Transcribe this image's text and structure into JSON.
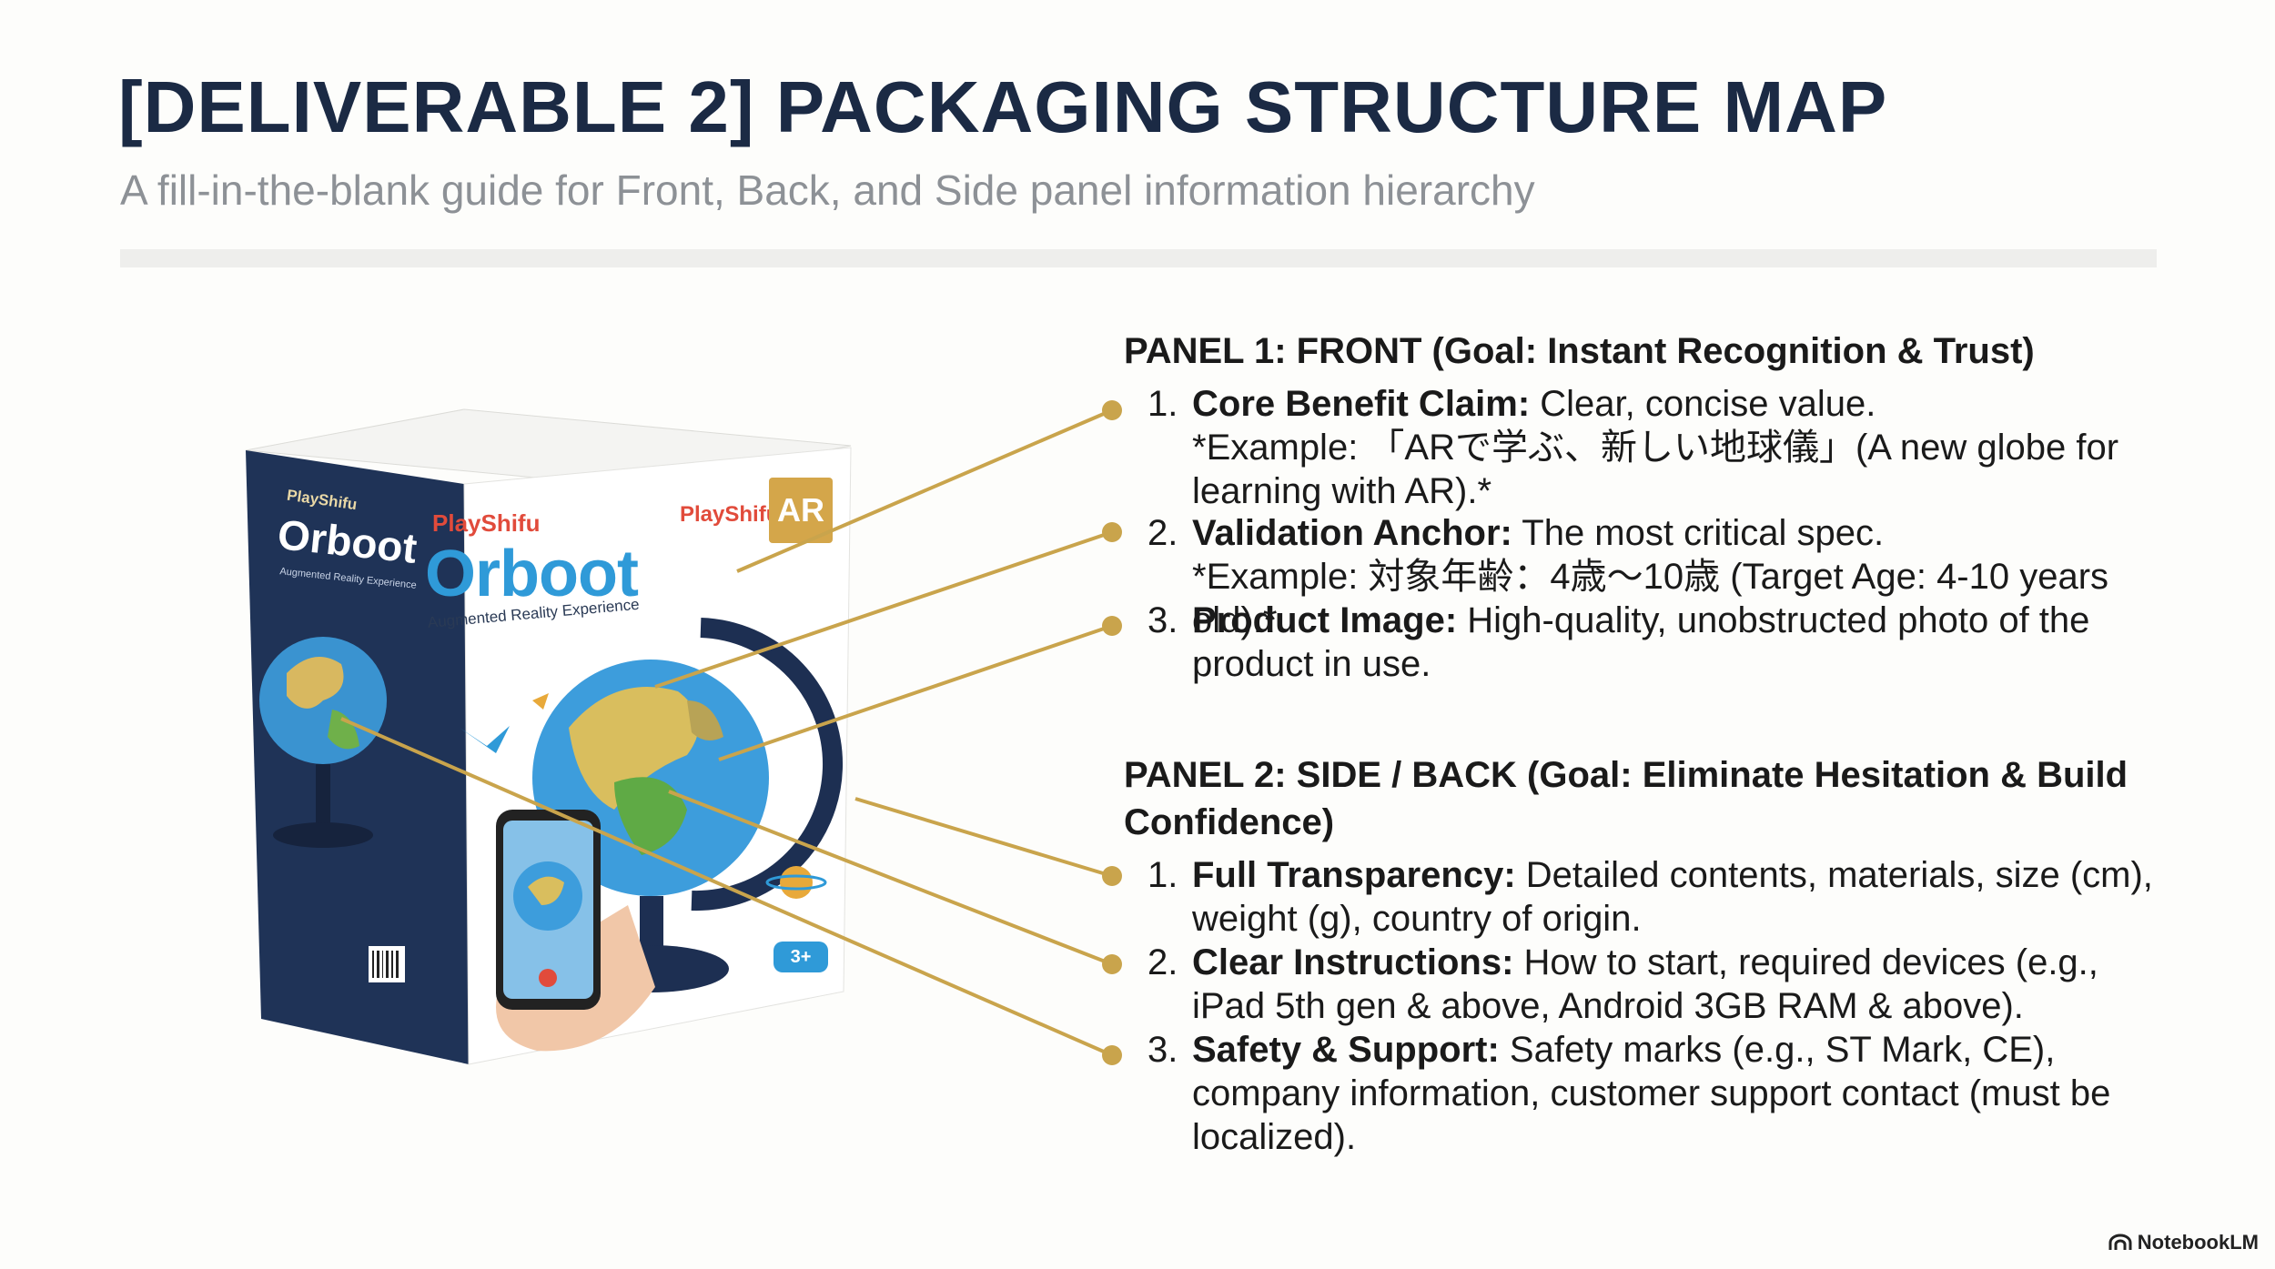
{
  "title": "[DELIVERABLE 2] PACKAGING STRUCTURE MAP",
  "subtitle": "A fill-in-the-blank guide for Front, Back, and Side panel information hierarchy",
  "product": {
    "brand": "PlayShifu",
    "name": "Orboot",
    "tagline": "Augmented Reality Experience",
    "ar_badge": "AR",
    "age_badge": "3+"
  },
  "panel1": {
    "heading": "PANEL 1: FRONT (Goal: Instant Recognition & Trust)",
    "items": [
      {
        "num": "1.",
        "label": "Core Benefit Claim:",
        "text": " Clear, concise value.",
        "example": "*Example: 「ARで学ぶ、新しい地球儀」(A new globe for learning with AR).*"
      },
      {
        "num": "2.",
        "label": "Validation Anchor:",
        "text": " The most critical spec.",
        "example": "*Example: 対象年齢：4歳〜10歳 (Target Age: 4-10 years old).*"
      },
      {
        "num": "3.",
        "label": "Product Image:",
        "text": " High-quality, unobstructed photo of the product in use.",
        "example": ""
      }
    ]
  },
  "panel2": {
    "heading": "PANEL 2: SIDE / BACK (Goal: Eliminate Hesitation & Build Confidence)",
    "items": [
      {
        "num": "1.",
        "label": "Full Transparency:",
        "text": " Detailed contents, materials, size (cm), weight (g), country of origin."
      },
      {
        "num": "2.",
        "label": "Clear Instructions:",
        "text": " How to start, required devices (e.g., iPad 5th gen & above, Android 3GB RAM & above)."
      },
      {
        "num": "3.",
        "label": "Safety & Support:",
        "text": " Safety marks (e.g., ST Mark, CE), company information, customer support contact (must be localized)."
      }
    ]
  },
  "footer": "NotebookLM",
  "colors": {
    "accent": "#c9a44c",
    "title": "#1b2a44",
    "subtitle": "#8d9196"
  }
}
